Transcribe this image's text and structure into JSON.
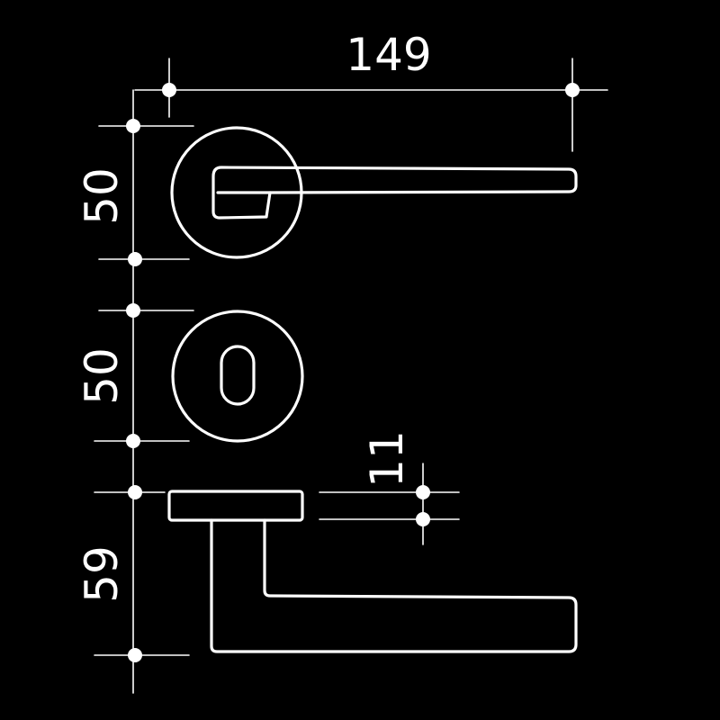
{
  "colors": {
    "background": "#000000",
    "ink": "#ffffff"
  },
  "dimensions": {
    "lever_length": "149",
    "rose_diameter": "50",
    "escutcheon_diameter": "50",
    "rose_thickness": "11",
    "lever_projection": "59"
  }
}
